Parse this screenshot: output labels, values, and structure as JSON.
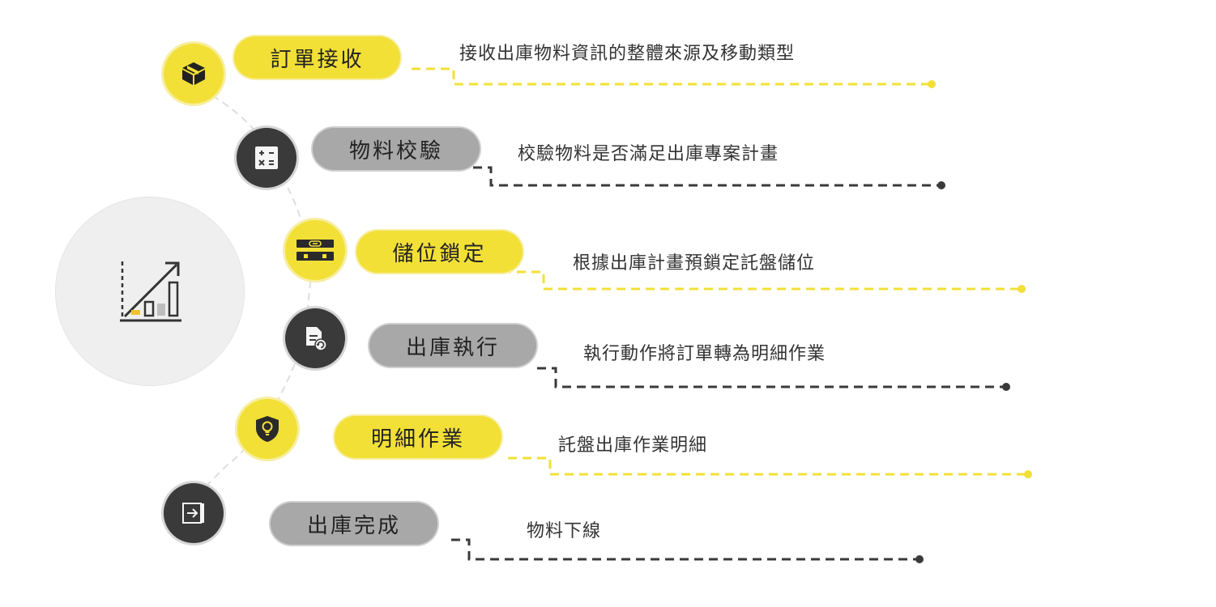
{
  "colors": {
    "accent": "#f2e037",
    "dark": "#3a3a3a",
    "gray": "#a8a8a8",
    "hub": "#efefef"
  },
  "hub": {
    "icon": "growth-chart-icon"
  },
  "steps": [
    {
      "label": "訂單接收",
      "desc": "接收出庫物料資訊的整體來源及移動類型",
      "theme": "yellow",
      "icon": "package-icon"
    },
    {
      "label": "物料校驗",
      "desc": "校驗物料是否滿足出庫專案計畫",
      "theme": "dark",
      "icon": "calculator-icon"
    },
    {
      "label": "儲位鎖定",
      "desc": "根據出庫計畫預鎖定託盤儲位",
      "theme": "yellow",
      "icon": "chain-link-icon"
    },
    {
      "label": "出庫執行",
      "desc": "執行動作將訂單轉為明細作業",
      "theme": "dark",
      "icon": "document-refresh-icon"
    },
    {
      "label": "明細作業",
      "desc": "託盤出庫作業明細",
      "theme": "yellow",
      "icon": "shield-bulb-icon"
    },
    {
      "label": "出庫完成",
      "desc": "物料下線",
      "theme": "dark",
      "icon": "exit-box-icon"
    }
  ]
}
